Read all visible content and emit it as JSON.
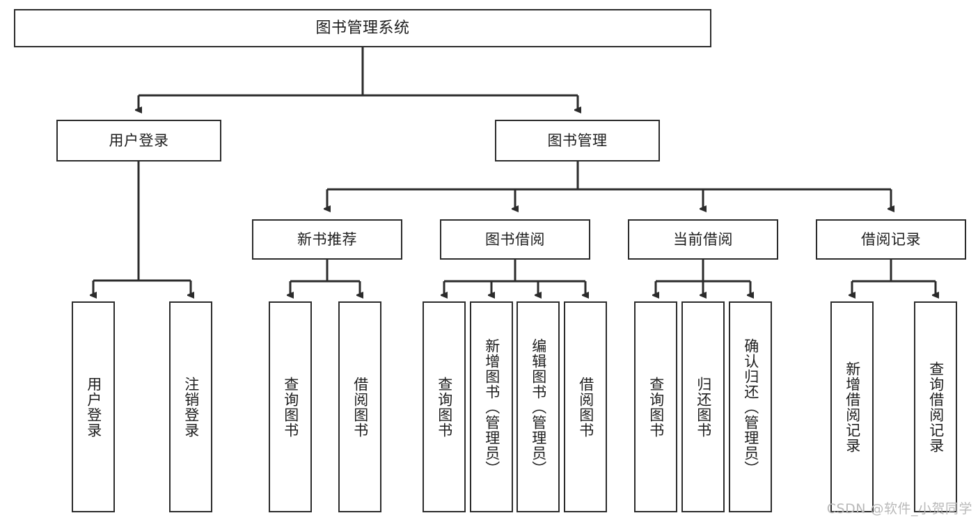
{
  "diagram": {
    "title": "图书管理系统",
    "type": "tree",
    "watermark": "CSDN @软件_小贺同学",
    "colors": {
      "box_border": "#2b2b2b",
      "box_fill": "#ffffff",
      "connector": "#2b2b2b",
      "text": "#1d1d1d",
      "watermark": "#b9b9b9"
    },
    "levels": {
      "root": [
        "图书管理系统"
      ],
      "level2": [
        "用户登录",
        "图书管理"
      ],
      "level3": [
        "新书推荐",
        "图书借阅",
        "当前借阅",
        "借阅记录"
      ],
      "leaves": [
        "用户登录",
        "注销登录",
        "查询图书",
        "借阅图书",
        "查询图书",
        "新增图书（管理员）",
        "编辑图书（管理员）",
        "借阅图书",
        "查询图书",
        "归还图书",
        "确认归还（管理员）",
        "新增借阅记录",
        "查询借阅记录"
      ]
    },
    "nodes": {
      "root": {
        "label": "图书管理系统"
      },
      "user_login": {
        "label": "用户登录"
      },
      "book_manage": {
        "label": "图书管理"
      },
      "new_book_rec": {
        "label": "新书推荐"
      },
      "book_borrow": {
        "label": "图书借阅"
      },
      "current_borrow": {
        "label": "当前借阅"
      },
      "borrow_record": {
        "label": "借阅记录"
      },
      "leaf_user_login": {
        "label": "用户登录"
      },
      "leaf_logout": {
        "label": "注销登录"
      },
      "leaf_query_book_1": {
        "label": "查询图书"
      },
      "leaf_borrow_book_1": {
        "label": "借阅图书"
      },
      "leaf_query_book_2": {
        "label": "查询图书"
      },
      "leaf_add_book": {
        "label": "新增图书（管理员）"
      },
      "leaf_edit_book": {
        "label": "编辑图书（管理员）"
      },
      "leaf_borrow_book_2": {
        "label": "借阅图书"
      },
      "leaf_query_book_3": {
        "label": "查询图书"
      },
      "leaf_return_book": {
        "label": "归还图书"
      },
      "leaf_confirm_return": {
        "label": "确认归还（管理员）"
      },
      "leaf_add_record": {
        "label": "新增借阅记录"
      },
      "leaf_query_record": {
        "label": "查询借阅记录"
      }
    },
    "edges": [
      {
        "from": "root",
        "to": "user_login"
      },
      {
        "from": "root",
        "to": "book_manage"
      },
      {
        "from": "user_login",
        "to": "leaf_user_login"
      },
      {
        "from": "user_login",
        "to": "leaf_logout"
      },
      {
        "from": "book_manage",
        "to": "new_book_rec"
      },
      {
        "from": "book_manage",
        "to": "book_borrow"
      },
      {
        "from": "book_manage",
        "to": "current_borrow"
      },
      {
        "from": "book_manage",
        "to": "borrow_record"
      },
      {
        "from": "new_book_rec",
        "to": "leaf_query_book_1"
      },
      {
        "from": "new_book_rec",
        "to": "leaf_borrow_book_1"
      },
      {
        "from": "book_borrow",
        "to": "leaf_query_book_2"
      },
      {
        "from": "book_borrow",
        "to": "leaf_add_book"
      },
      {
        "from": "book_borrow",
        "to": "leaf_edit_book"
      },
      {
        "from": "book_borrow",
        "to": "leaf_borrow_book_2"
      },
      {
        "from": "current_borrow",
        "to": "leaf_query_book_3"
      },
      {
        "from": "current_borrow",
        "to": "leaf_return_book"
      },
      {
        "from": "current_borrow",
        "to": "leaf_confirm_return"
      },
      {
        "from": "borrow_record",
        "to": "leaf_add_record"
      },
      {
        "from": "borrow_record",
        "to": "leaf_query_record"
      }
    ]
  }
}
